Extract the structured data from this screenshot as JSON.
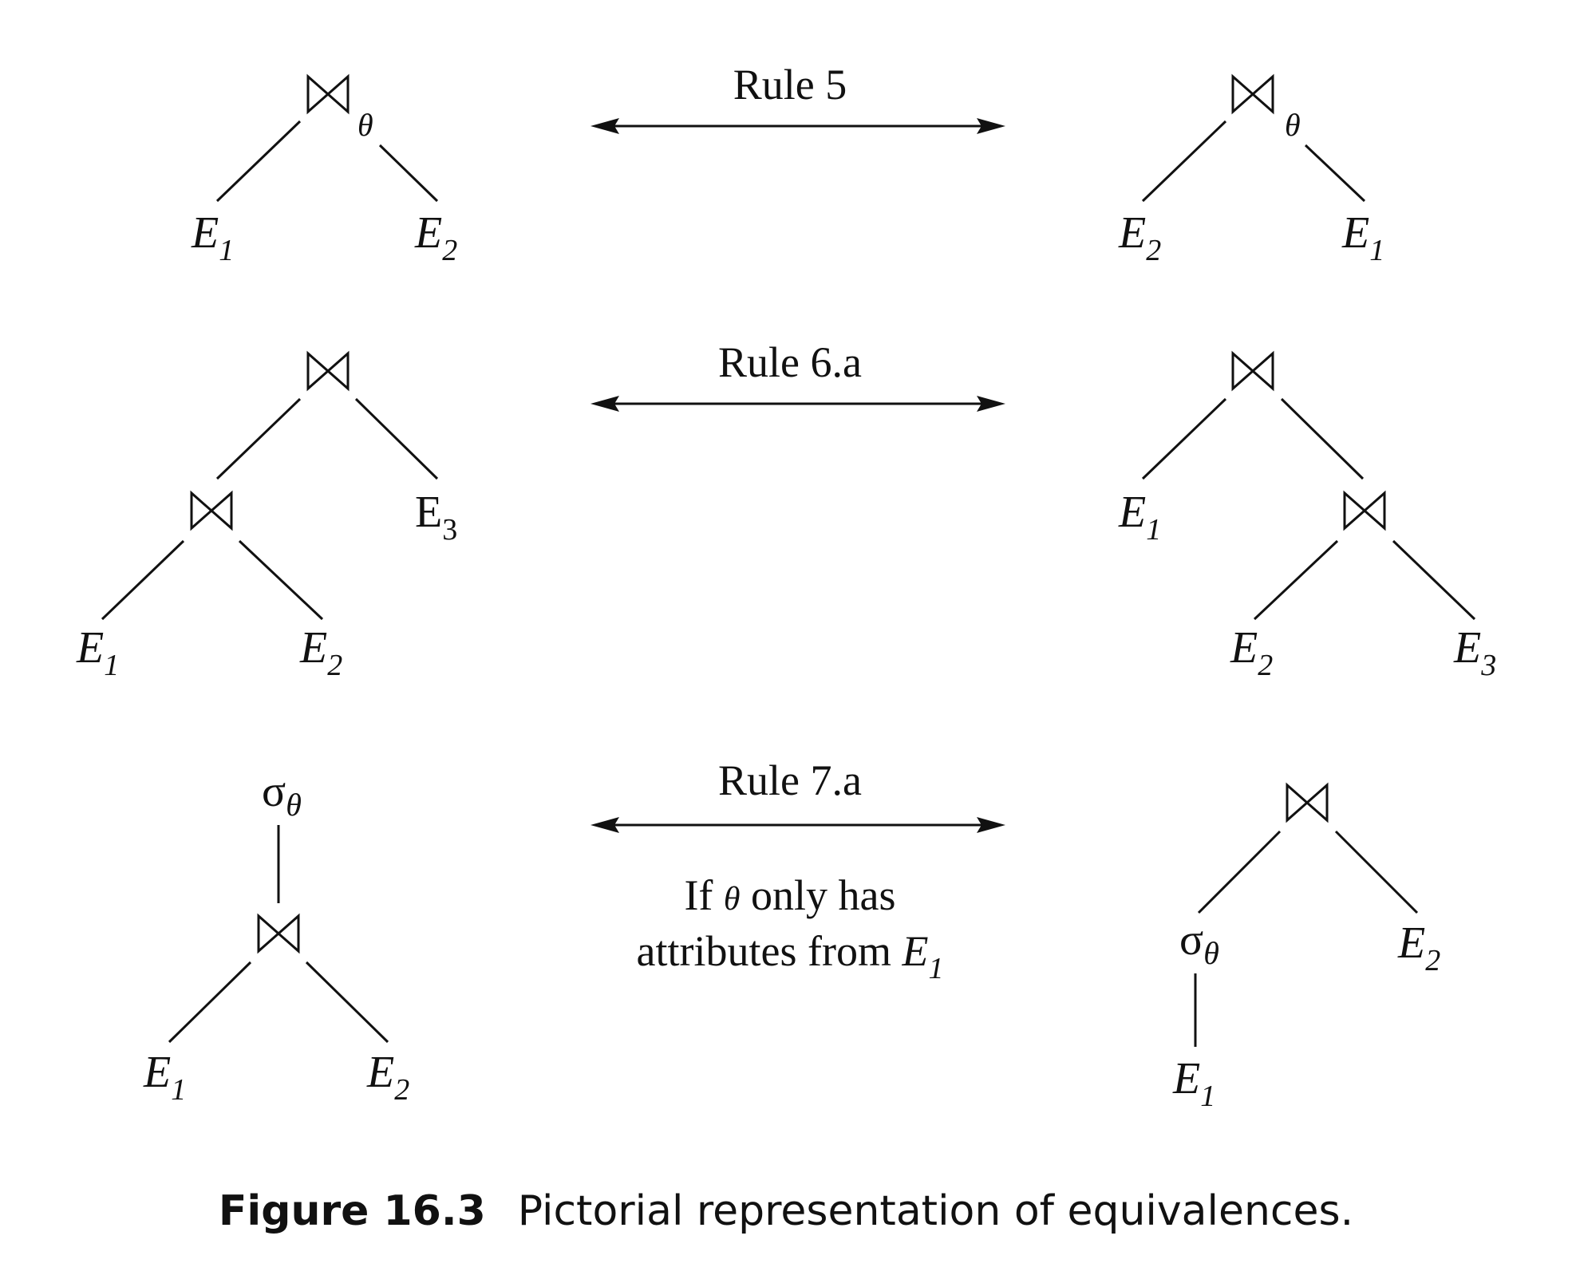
{
  "rules": [
    {
      "label": "Rule 5"
    },
    {
      "label": "Rule 6.a"
    },
    {
      "label": "Rule 7.a",
      "condition": {
        "line1_pre": "If",
        "theta": "θ",
        "line1_post": "only has",
        "line2": "attributes from",
        "e": "E",
        "e_sub": "1"
      }
    }
  ],
  "symbols": {
    "theta": "θ",
    "sigma": "σ",
    "e": "E",
    "e_roman": "E"
  },
  "subscripts": {
    "one": "1",
    "two": "2",
    "three": "3"
  },
  "caption": {
    "number": "Figure 16.3",
    "text": "Pictorial representation of equivalences."
  }
}
